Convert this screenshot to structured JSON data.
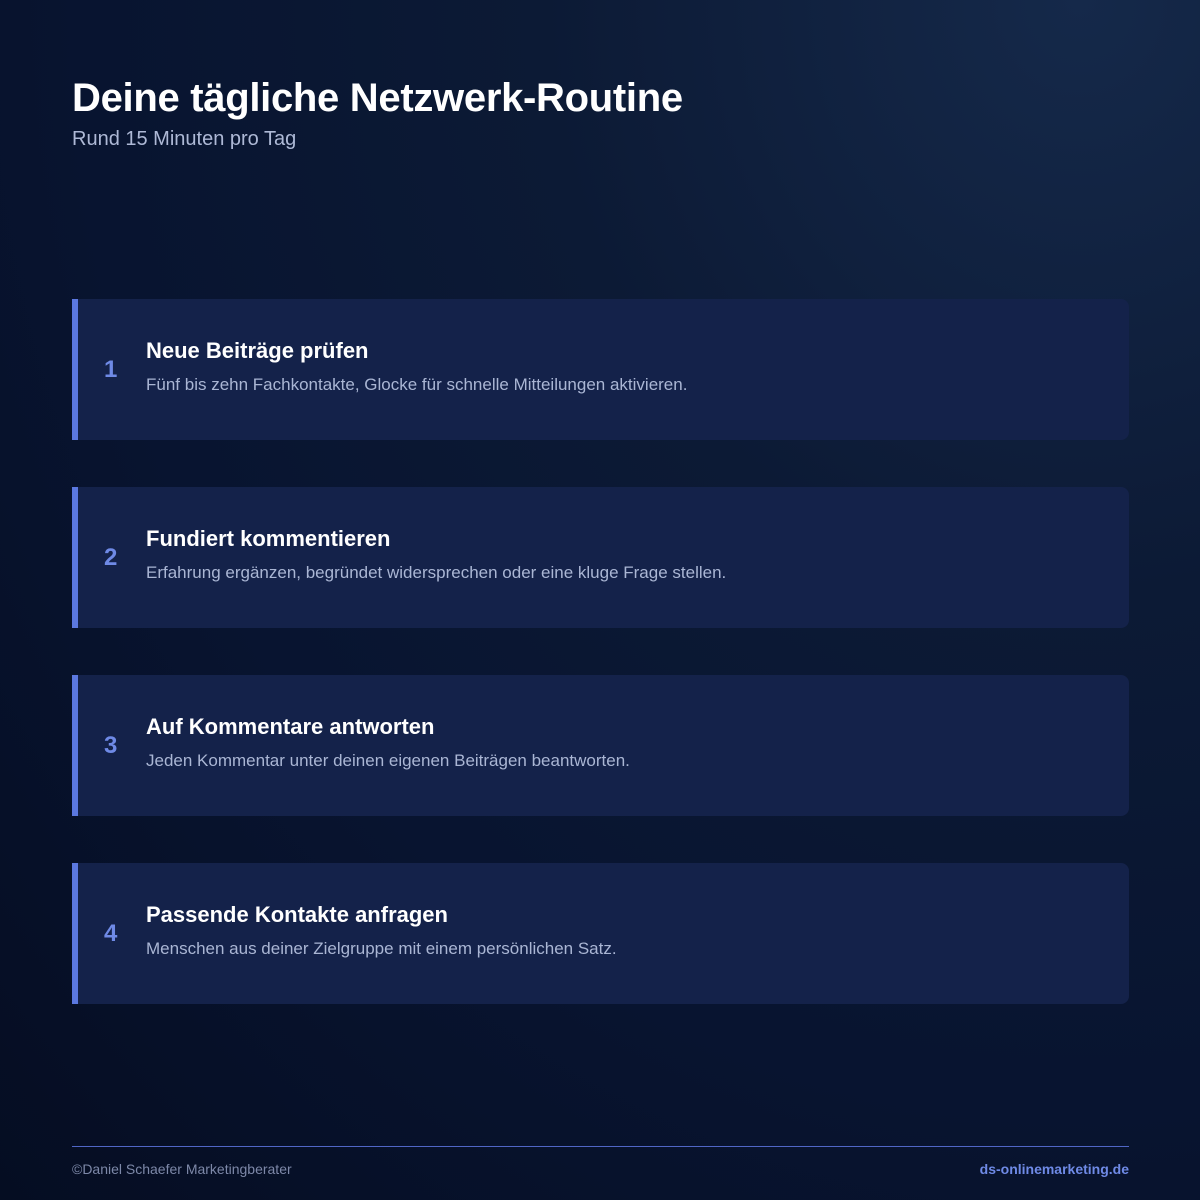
{
  "header": {
    "title": "Deine tägliche Netzwerk-Routine",
    "subtitle": "Rund 15 Minuten pro Tag"
  },
  "steps": [
    {
      "number": "1",
      "title": "Neue Beiträge prüfen",
      "description": "Fünf bis zehn Fachkontakte, Glocke für schnelle Mitteilungen aktivieren."
    },
    {
      "number": "2",
      "title": "Fundiert kommentieren",
      "description": "Erfahrung ergänzen, begründet widersprechen oder eine kluge Frage stellen."
    },
    {
      "number": "3",
      "title": "Auf Kommentare antworten",
      "description": "Jeden Kommentar unter deinen eigenen Beiträgen beantworten."
    },
    {
      "number": "4",
      "title": "Passende Kontakte anfragen",
      "description": "Menschen aus deiner Zielgruppe mit einem persönlichen Satz."
    }
  ],
  "footer": {
    "copyright": "©Daniel Schaefer Marketingberater",
    "website": "ds-onlinemarketing.de"
  },
  "colors": {
    "accent": "#5b78e0",
    "card_background": "#14224a",
    "page_background": "#081430"
  }
}
